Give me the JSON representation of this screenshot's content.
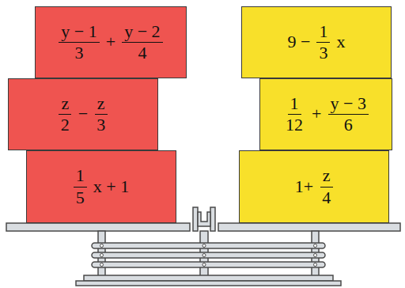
{
  "diagram": {
    "nodes": [
      {
        "text": [
          "y − 1",
          "3",
          "+",
          "y − 2",
          "4"
        ]
      },
      {
        "text": [
          "9 −",
          "1",
          "3",
          "x"
        ]
      },
      {
        "text": [
          "z",
          "2",
          "−",
          "z",
          "3"
        ]
      },
      {
        "text": [
          "1",
          "12",
          "+",
          "y − 3",
          "6"
        ]
      },
      {
        "text": [
          "1",
          "5",
          "x + 1"
        ]
      },
      {
        "text": [
          "1+",
          "z",
          "4"
        ]
      }
    ]
  }
}
